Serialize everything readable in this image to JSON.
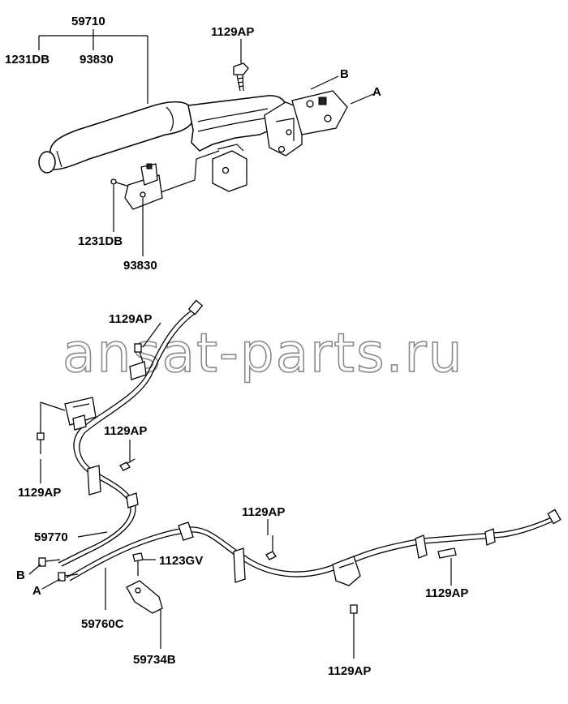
{
  "watermark": "ansat-parts.ru",
  "callouts": {
    "lever_assembly": "59710",
    "lever_top_left": "1231DB",
    "lever_top_right": "93830",
    "bolt_top": "1129AP",
    "ref_b_top": "B",
    "ref_a_top": "A",
    "switch_screw": "1231DB",
    "switch": "93830",
    "bolt_front_upper": "1129AP",
    "bolt_left": "1129AP",
    "bolt_mid_left": "1129AP",
    "cable_left": "59770",
    "ref_b_bottom": "B",
    "ref_a_bottom": "A",
    "bolt_equalizer": "1123GV",
    "cable_right": "59760C",
    "bracket": "59734B",
    "bolt_center": "1129AP",
    "bolt_right": "1129AP",
    "bolt_bottom": "1129AP"
  }
}
